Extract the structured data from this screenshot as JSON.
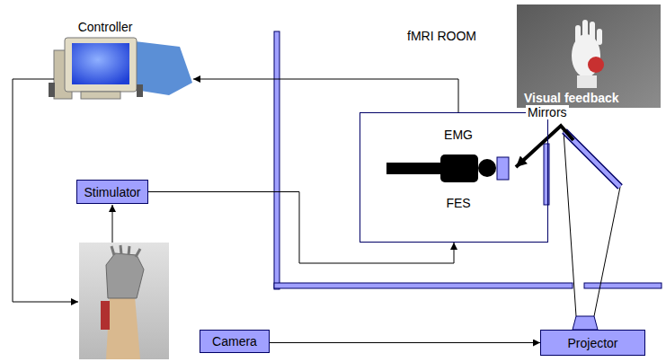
{
  "diagram": {
    "nodes": [
      {
        "text": [
          "Controller"
        ]
      },
      {
        "text": [
          "EMG",
          "FES"
        ]
      },
      {
        "text": [
          "Stimulator"
        ]
      },
      {
        "text": [
          "Camera"
        ]
      },
      {
        "text": [
          "Projector"
        ]
      }
    ],
    "edges": [
      {
        "from": 1,
        "to": 0,
        "arrow": "to"
      },
      {
        "from": 2,
        "to": 1,
        "arrow": "to"
      },
      {
        "from": 3,
        "to": 4,
        "arrow": "to"
      }
    ],
    "labels": [
      "fMRI ROOM",
      "Mirrors",
      "Visual feedback"
    ]
  }
}
